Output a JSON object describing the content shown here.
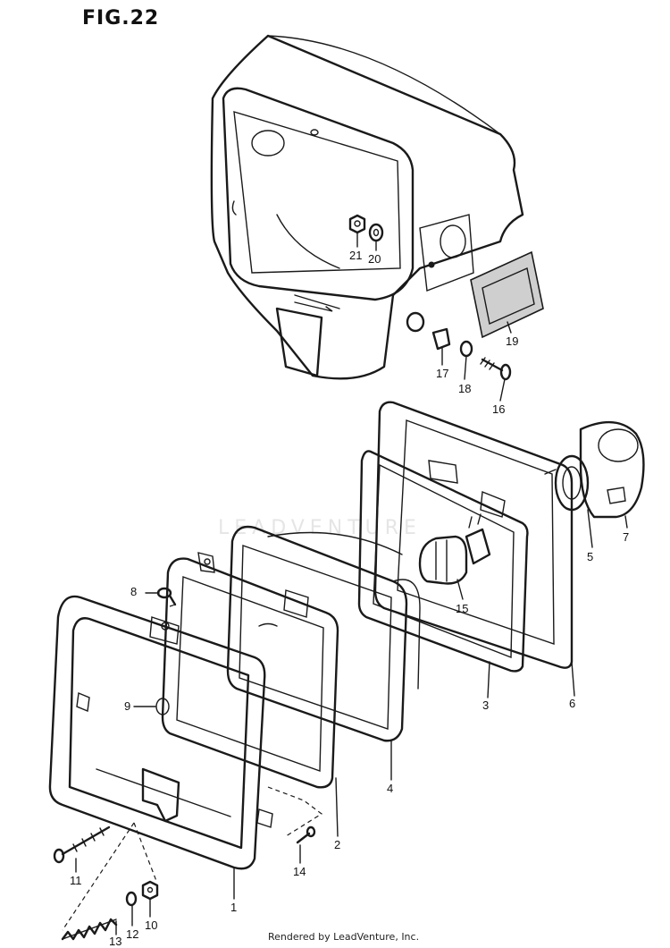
{
  "figure": {
    "title": "FIG.22"
  },
  "callouts": [
    {
      "id": "1",
      "text": "1"
    },
    {
      "id": "2",
      "text": "2"
    },
    {
      "id": "3",
      "text": "3"
    },
    {
      "id": "4",
      "text": "4"
    },
    {
      "id": "5",
      "text": "5"
    },
    {
      "id": "6",
      "text": "6"
    },
    {
      "id": "7",
      "text": "7"
    },
    {
      "id": "8",
      "text": "8"
    },
    {
      "id": "9",
      "text": "9"
    },
    {
      "id": "10",
      "text": "10"
    },
    {
      "id": "11",
      "text": "11"
    },
    {
      "id": "12",
      "text": "12"
    },
    {
      "id": "13",
      "text": "13"
    },
    {
      "id": "14",
      "text": "14"
    },
    {
      "id": "15",
      "text": "15"
    },
    {
      "id": "16",
      "text": "16"
    },
    {
      "id": "17",
      "text": "17"
    },
    {
      "id": "18",
      "text": "18"
    },
    {
      "id": "19",
      "text": "19"
    },
    {
      "id": "20",
      "text": "20"
    },
    {
      "id": "21",
      "text": "21"
    }
  ],
  "watermark": {
    "text": "LEADVENTURE"
  },
  "footer": {
    "text": "Rendered by LeadVenture, Inc."
  }
}
